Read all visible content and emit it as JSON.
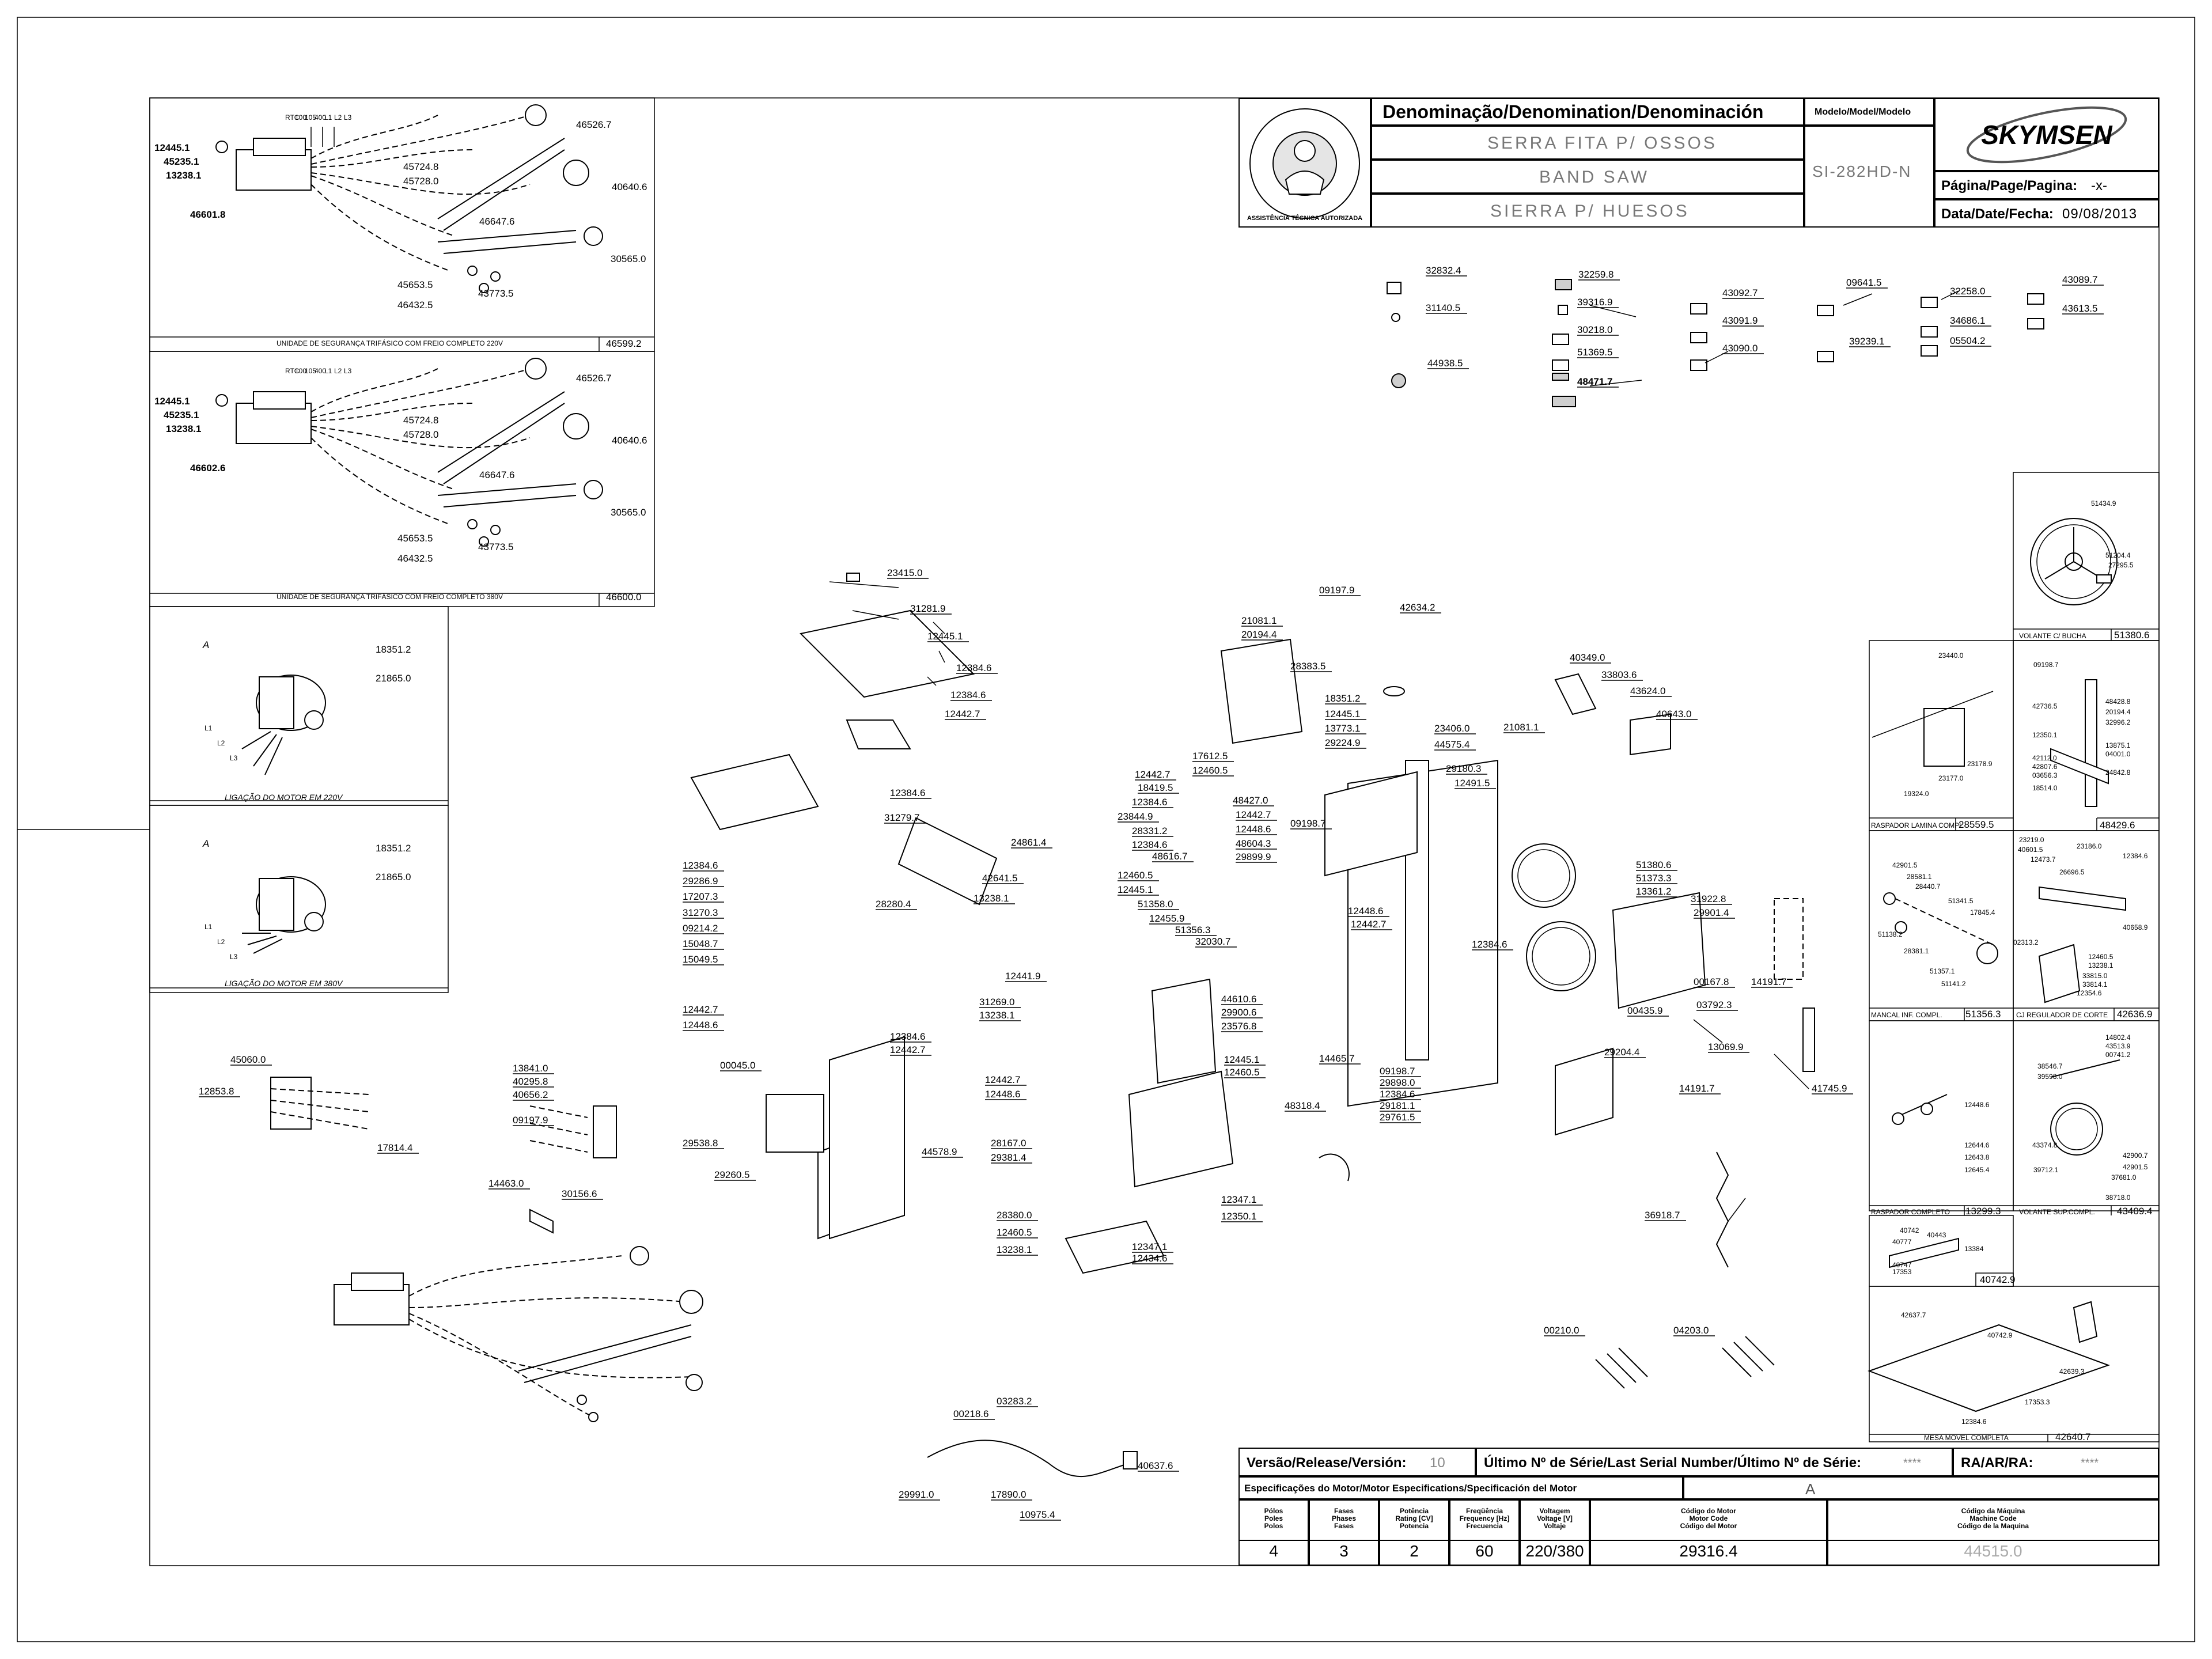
{
  "title_block": {
    "denomination_header": "Denominação/Denomination/Denominación",
    "names": [
      "SERRA FITA P/ OSSOS",
      "BAND SAW",
      "SIERRA P/ HUESOS"
    ],
    "model_header": "Modelo/Model/Modelo",
    "model_value": "SI-282HD-N",
    "brand": "SKYMSEN",
    "page_label": "Página/Page/Pagina:",
    "page_value": "-x-",
    "date_label": "Data/Date/Fecha:",
    "date_value": "09/08/2013",
    "stamp_text": "ASSISTÊNCIA TÉCNICA AUTORIZADA"
  },
  "bottom_block": {
    "release_label": "Versão/Release/Versión:",
    "release_value": "10",
    "serial_label": "Último Nº de Série/Last Serial Number/Último Nº de Série:",
    "serial_value": "****",
    "ra_label": "RA/AR/RA:",
    "ra_value": "****",
    "motor_spec_label": "Especificações do Motor/Motor Especifications/Specificación del Motor",
    "motor_spec_value": "A",
    "columns": [
      {
        "head": [
          "Pólos",
          "Poles",
          "Polos"
        ],
        "value": "4"
      },
      {
        "head": [
          "Fases",
          "Phases",
          "Fases"
        ],
        "value": "3"
      },
      {
        "head": [
          "Potência",
          "Rating [CV]",
          "Potencia"
        ],
        "value": "2"
      },
      {
        "head": [
          "Freqüência",
          "Frequency [Hz]",
          "Frecuencia"
        ],
        "value": "60"
      },
      {
        "head": [
          "Voltagem",
          "Voltage [V]",
          "Voltaje"
        ],
        "value": "220/380"
      },
      {
        "head": [
          "Código do Motor",
          "Motor Code",
          "Código del Motor"
        ],
        "value": "29316.4"
      },
      {
        "head": [
          "Código da Máquina",
          "Machine Code",
          "Código de la Maquina"
        ],
        "value": "44515.0"
      }
    ]
  },
  "left_panels": {
    "safety_220": {
      "caption": "UNIDADE DE SEGURANÇA TRIFÁSICO COM FREIO COMPLETO 220V",
      "code": "46599.2",
      "main": "46601.8"
    },
    "safety_380": {
      "caption": "UNIDADE DE SEGURANÇA TRIFÁSICO COM FREIO COMPLETO 380V",
      "code": "46600.0",
      "main": "46602.6"
    },
    "safety_common": [
      "12445.1",
      "45235.1",
      "13238.1",
      "46526.7",
      "45724.8",
      "45728.0",
      "40640.6",
      "46647.6",
      "30565.0",
      "45653.5",
      "43773.5",
      "46432.5"
    ],
    "motor_220_title": "LIGAÇÃO DO MOTOR EM 220V",
    "motor_380_title": "LIGAÇÃO DO MOTOR EM 380V",
    "motor_parts": [
      "18351.2",
      "21865.0"
    ],
    "motor_letter": "A",
    "phase_labels": [
      "L1",
      "L2",
      "L3"
    ],
    "wire_tags": [
      "RTC",
      "100",
      "105",
      "400",
      "L1",
      "L2",
      "L3"
    ]
  },
  "right_panels": {
    "volante_bucha": {
      "caption": "VOLANTE C/ BUCHA",
      "code": "51380.6",
      "parts": [
        "51434.9",
        "51204.4",
        "27295.5"
      ]
    },
    "raspador_lamina": {
      "caption": "RASPADOR LAMINA COMPL",
      "code": "28559.5",
      "parts": [
        "23440.0",
        "23178.9",
        "23177.0",
        "19324.0"
      ]
    },
    "upper_right_small": {
      "code": "48429.6",
      "parts": [
        "09198.7",
        "42736.5",
        "48428.8",
        "20194.4",
        "32996.2",
        "12350.1",
        "13875.1",
        "04001.0",
        "42112.0",
        "42807.6",
        "03656.3",
        "24842.8",
        "18514.0"
      ]
    },
    "mancal": {
      "caption": "MANCAL INF. COMPL.",
      "code": "51356.3",
      "parts": [
        "42901.5",
        "28581.1",
        "28440.7",
        "51341.5",
        "17845.4",
        "51138.2",
        "28381.1",
        "51357.1",
        "51141.2"
      ]
    },
    "regulador": {
      "caption": "CJ REGULADOR DE CORTE",
      "code": "42636.9",
      "parts": [
        "23219.0",
        "40601.5",
        "12473.7",
        "23186.0",
        "26696.5",
        "12384.6",
        "02313.2",
        "40658.9",
        "12460.5",
        "13238.1",
        "33815.0",
        "33814.1",
        "12354.6"
      ]
    },
    "raspador_completo": {
      "caption": "RASPADOR COMPLETO",
      "code": "13299.3",
      "parts": [
        "12448.6",
        "12644.6",
        "12643.8",
        "12645.4"
      ]
    },
    "volante_sup": {
      "caption": "VOLANTE SUP.COMPL.",
      "code": "43409.4",
      "parts": [
        "14802.4",
        "43513.9",
        "00741.2",
        "38546.7",
        "39598.0",
        "43374.8",
        "42900.7",
        "42901.5",
        "39712.1",
        "37681.0",
        "38718.0"
      ]
    },
    "small_box": {
      "code": "40742.9",
      "parts": [
        "40742",
        "40443",
        "40777",
        "13384",
        "40747",
        "17353"
      ]
    },
    "mesa_movel": {
      "caption": "MESA MÓVEL COMPLETA",
      "code": "42640.7",
      "parts": [
        "42637.7",
        "40742.9",
        "42639.3",
        "17353.3",
        "12384.6"
      ]
    }
  },
  "small_parts_row": [
    "32832.4",
    "31140.5",
    "44938.5",
    "32259.8",
    "39316.9",
    "30218.0",
    "51369.5",
    "48471.7",
    "43092.7",
    "43091.9",
    "43090.0",
    "09641.5",
    "39239.1",
    "32258.0",
    "34686.1",
    "05504.2",
    "43089.7",
    "43613.5"
  ],
  "callouts": [
    "23415.0",
    "31281.9",
    "12445.1",
    "12384.6",
    "12384.6",
    "12442.7",
    "12384.6",
    "31279.7",
    "28280.4",
    "24861.4",
    "42641.5",
    "13238.1",
    "12441.9",
    "12384.6",
    "29286.9",
    "17207.3",
    "31270.3",
    "09214.2",
    "15048.7",
    "15049.5",
    "12442.7",
    "12448.6",
    "12460.5",
    "12445.1",
    "51358.0",
    "12455.9",
    "51356.3",
    "32030.7",
    "09197.9",
    "42634.2",
    "21081.1",
    "20194.4",
    "28383.5",
    "18351.2",
    "12445.1",
    "13773.1",
    "29224.9",
    "17612.5",
    "12460.5",
    "12442.7",
    "18419.5",
    "12384.6",
    "23844.9",
    "28331.2",
    "12384.6",
    "48616.7",
    "48427.0",
    "12442.7",
    "12448.6",
    "48604.3",
    "09198.7",
    "29899.9",
    "23406.0",
    "44575.4",
    "29180.3",
    "12491.5",
    "21081.1",
    "40349.0",
    "33803.6",
    "43624.0",
    "40643.0",
    "51380.6",
    "51373.3",
    "13361.2",
    "31922.8",
    "29901.4",
    "00167.8",
    "14191.7",
    "03792.3",
    "00435.9",
    "12448.6",
    "12442.7",
    "12384.6",
    "44610.6",
    "29900.6",
    "23576.8",
    "14465.7",
    "31269.0",
    "13238.1",
    "12442.7",
    "12448.6",
    "12384.6",
    "12442.7",
    "00045.0",
    "29538.8",
    "29260.5",
    "44578.9",
    "28167.0",
    "29381.4",
    "12445.1",
    "12460.5",
    "09198.7",
    "29898.0",
    "12384.6",
    "29181.1",
    "29761.5",
    "48318.4",
    "29204.4",
    "13069.9",
    "14191.7",
    "41745.9",
    "36918.7",
    "12347.1",
    "12350.1",
    "28380.0",
    "12460.5",
    "13238.1",
    "12347.1",
    "12434.6",
    "45060.0",
    "12853.8",
    "17814.4",
    "13841.0",
    "40295.8",
    "40656.2",
    "09197.9",
    "14463.0",
    "30156.6",
    "00210.0",
    "04203.0",
    "03283.2",
    "00218.6",
    "40637.6",
    "29991.0",
    "17890.0",
    "10975.4"
  ]
}
